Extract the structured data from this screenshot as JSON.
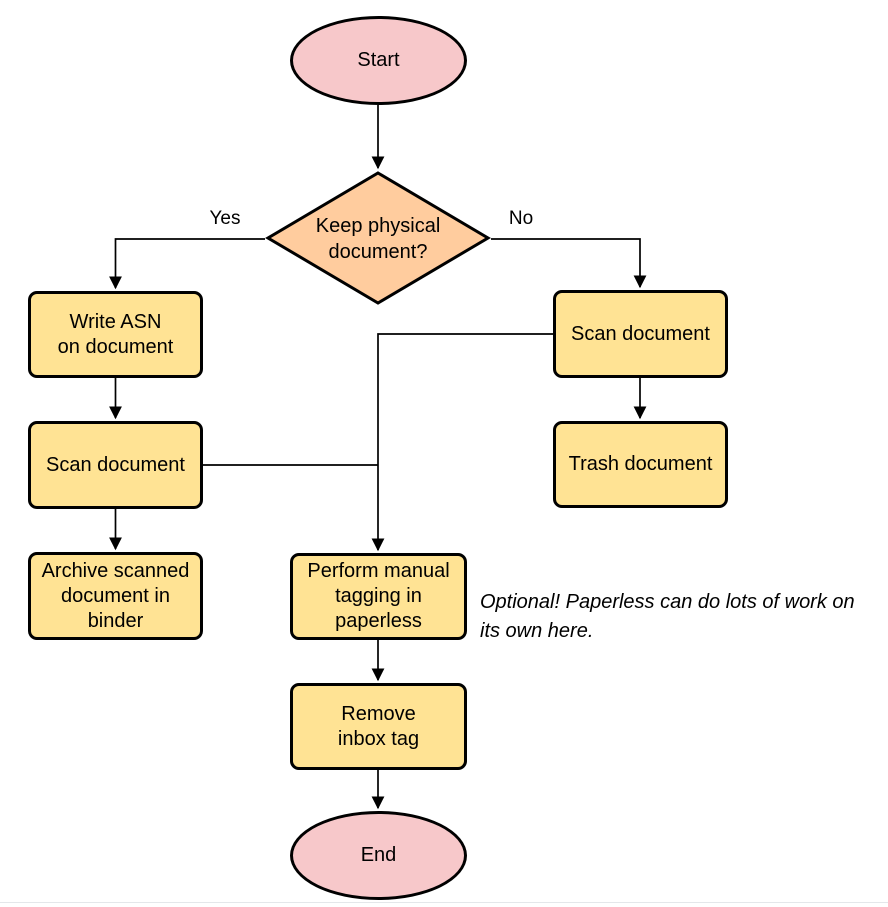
{
  "canvas": {
    "background": "#ffffff",
    "bottom_edge_color": "#e4e7ea"
  },
  "palette": {
    "terminator_fill": "#f7c8ca",
    "decision_fill": "#ffcc9e",
    "process_fill": "#ffe394",
    "stroke": "#000000"
  },
  "nodes": {
    "start": {
      "label": "Start",
      "type": "terminator"
    },
    "decision": {
      "label": "Keep physical\ndocument?",
      "type": "decision"
    },
    "write_asn": {
      "label": "Write ASN\non document",
      "type": "process"
    },
    "scan_left": {
      "label": "Scan document",
      "type": "process"
    },
    "archive": {
      "label": "Archive scanned\ndocument in\nbinder",
      "type": "process"
    },
    "scan_right": {
      "label": "Scan document",
      "type": "process"
    },
    "trash": {
      "label": "Trash document",
      "type": "process"
    },
    "tagging": {
      "label": "Perform manual\ntagging in\npaperless",
      "type": "process"
    },
    "remove_inbox": {
      "label": "Remove\ninbox tag",
      "type": "process"
    },
    "end": {
      "label": "End",
      "type": "terminator"
    }
  },
  "edge_labels": {
    "yes": "Yes",
    "no": "No"
  },
  "note": {
    "text": "Optional! Paperless can do lots of work on\nits own here."
  }
}
